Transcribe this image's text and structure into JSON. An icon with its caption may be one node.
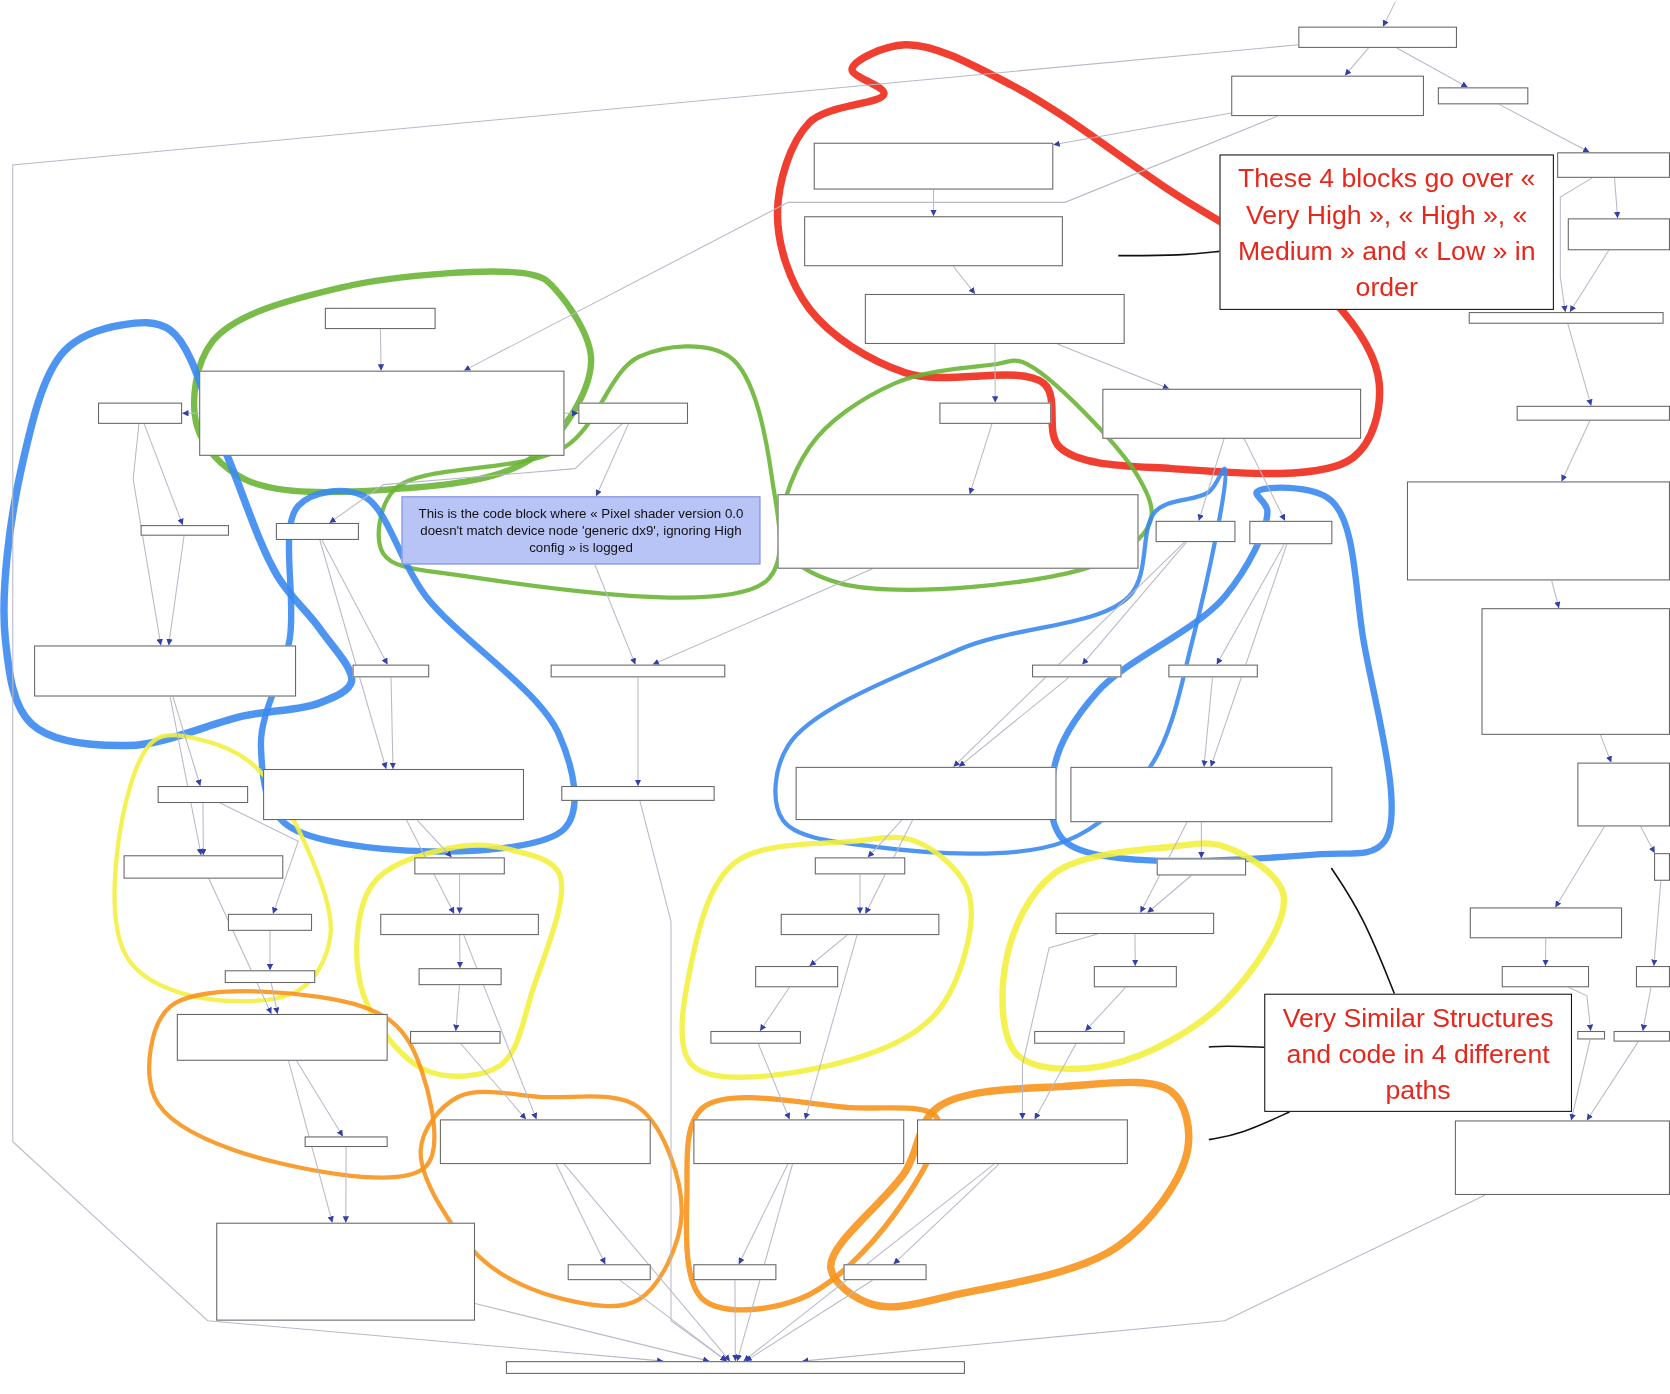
{
  "diagram": {
    "nodes": [
      {
        "text": [],
        "shape": "box"
      },
      {
        "text": [],
        "shape": "box"
      },
      {
        "text": [],
        "shape": "box"
      },
      {
        "text": [],
        "shape": "box"
      },
      {
        "text": [],
        "shape": "box"
      },
      {
        "text": [],
        "shape": "box"
      },
      {
        "text": [],
        "shape": "box"
      },
      {
        "text": [],
        "shape": "box"
      },
      {
        "text": [],
        "shape": "box"
      },
      {
        "text": [],
        "shape": "box"
      },
      {
        "text": [],
        "shape": "box"
      },
      {
        "text": [],
        "shape": "box"
      },
      {
        "text": [],
        "shape": "box"
      },
      {
        "text": [],
        "shape": "box"
      },
      {
        "text": [],
        "shape": "box"
      },
      {
        "text": [],
        "shape": "box"
      },
      {
        "text": [],
        "shape": "box"
      },
      {
        "text": [],
        "shape": "box"
      },
      {
        "text": [],
        "shape": "box"
      },
      {
        "text": [],
        "shape": "box"
      },
      {
        "text": [],
        "shape": "box"
      },
      {
        "text": [],
        "shape": "box"
      },
      {
        "text": [],
        "shape": "box"
      },
      {
        "text": [],
        "shape": "box"
      },
      {
        "text": [],
        "shape": "box"
      },
      {
        "text": [],
        "shape": "box"
      },
      {
        "text": [
          "This is the code block where « Pixel shader version 0.0 doesn't match device node 'generic dx9', ignoring High config » is logged"
        ]
      },
      {
        "text": [],
        "shape": "box"
      },
      {
        "text": [],
        "shape": "box"
      },
      {
        "text": [],
        "shape": "box"
      },
      {
        "text": [],
        "shape": "box"
      },
      {
        "text": [],
        "shape": "box"
      },
      {
        "text": [],
        "shape": "box"
      },
      {
        "text": [],
        "shape": "box"
      },
      {
        "text": [],
        "shape": "box"
      },
      {
        "text": [],
        "shape": "box"
      },
      {
        "text": [],
        "shape": "box"
      },
      {
        "text": [],
        "shape": "box"
      },
      {
        "text": [],
        "shape": "box"
      },
      {
        "text": [],
        "shape": "box"
      },
      {
        "text": [],
        "shape": "box"
      },
      {
        "text": [],
        "shape": "box"
      },
      {
        "text": [],
        "shape": "box"
      },
      {
        "text": [],
        "shape": "box"
      },
      {
        "text": [],
        "shape": "box"
      },
      {
        "text": [],
        "shape": "box"
      },
      {
        "text": [],
        "shape": "box"
      },
      {
        "text": [],
        "shape": "box"
      },
      {
        "text": [],
        "shape": "box"
      },
      {
        "text": [],
        "shape": "box"
      },
      {
        "text": [],
        "shape": "box"
      },
      {
        "text": [],
        "shape": "box"
      },
      {
        "text": [],
        "shape": "box"
      },
      {
        "text": [],
        "shape": "box"
      },
      {
        "text": [],
        "shape": "box"
      },
      {
        "text": [],
        "shape": "box"
      },
      {
        "text": [],
        "shape": "box"
      },
      {
        "text": [],
        "shape": "box"
      },
      {
        "text": [],
        "shape": "box"
      },
      {
        "text": [],
        "shape": "box"
      },
      {
        "text": [],
        "shape": "box"
      },
      {
        "text": [],
        "shape": "box"
      },
      {
        "text": [],
        "shape": "box"
      },
      {
        "text": [],
        "shape": "box"
      },
      {
        "text": [],
        "shape": "box"
      },
      {
        "text": [],
        "shape": "box"
      },
      {
        "text": [],
        "shape": "box"
      },
      {
        "text": [
          "These 4 blocks go over « Very High », « High », « Medium » and « Low » in order"
        ]
      },
      {
        "text": [
          "Very Similar Structures and code in 4 different paths"
        ]
      }
    ],
    "edges": [
      {
        "from": null,
        "to": 0,
        "arrow": "to"
      },
      {
        "from": 0,
        "to": 1,
        "arrow": "to"
      },
      {
        "from": 0,
        "to": 2,
        "arrow": "to"
      },
      {
        "from": 0,
        "to": 66,
        "arrow": "to"
      },
      {
        "from": 1,
        "to": 3,
        "arrow": "to"
      },
      {
        "from": 1,
        "to": 22,
        "arrow": "to"
      },
      {
        "from": 3,
        "to": 4,
        "arrow": "to"
      },
      {
        "from": 4,
        "to": 5,
        "arrow": "to"
      },
      {
        "from": 5,
        "to": 6,
        "arrow": "to"
      },
      {
        "from": 5,
        "to": 25,
        "arrow": "to"
      },
      {
        "from": 6,
        "to": 30,
        "arrow": "to"
      },
      {
        "from": 6,
        "to": 31,
        "arrow": "to"
      },
      {
        "from": 21,
        "to": 22,
        "arrow": "to"
      },
      {
        "from": 22,
        "to": 23,
        "arrow": "to"
      },
      {
        "from": 22,
        "to": 24,
        "arrow": "to"
      },
      {
        "from": 23,
        "to": 28,
        "arrow": "to"
      },
      {
        "from": 23,
        "to": 32,
        "arrow": "to"
      },
      {
        "from": 28,
        "to": 32,
        "arrow": "to"
      },
      {
        "from": 24,
        "to": 26,
        "arrow": "to"
      },
      {
        "from": 24,
        "to": 29,
        "arrow": "to"
      },
      {
        "from": 29,
        "to": 33,
        "arrow": "to"
      },
      {
        "from": 29,
        "to": 37,
        "arrow": "to"
      },
      {
        "from": 33,
        "to": 37,
        "arrow": "to"
      },
      {
        "from": 26,
        "to": 34,
        "arrow": "to"
      },
      {
        "from": 27,
        "to": 34,
        "arrow": "to"
      },
      {
        "from": 34,
        "to": 38,
        "arrow": "to"
      },
      {
        "from": 38,
        "to": 66,
        "arrow": "to"
      },
      {
        "from": 25,
        "to": 27,
        "arrow": "to"
      },
      {
        "from": 30,
        "to": 35,
        "arrow": "to"
      },
      {
        "from": 30,
        "to": 39,
        "arrow": "to"
      },
      {
        "from": 35,
        "to": 39,
        "arrow": "to"
      },
      {
        "from": 31,
        "to": 36,
        "arrow": "to"
      },
      {
        "from": 31,
        "to": 40,
        "arrow": "to"
      },
      {
        "from": 36,
        "to": 40,
        "arrow": "to"
      },
      {
        "from": 32,
        "to": 41,
        "arrow": "to"
      },
      {
        "from": 32,
        "to": 42,
        "arrow": "to"
      },
      {
        "from": 41,
        "to": 42,
        "arrow": "to"
      },
      {
        "from": 41,
        "to": 46,
        "arrow": "to"
      },
      {
        "from": 42,
        "to": 54,
        "arrow": "to"
      },
      {
        "from": 46,
        "to": 50,
        "arrow": "to"
      },
      {
        "from": 50,
        "to": 54,
        "arrow": "to"
      },
      {
        "from": 37,
        "to": 43,
        "arrow": "to"
      },
      {
        "from": 37,
        "to": 47,
        "arrow": "to"
      },
      {
        "from": 43,
        "to": 47,
        "arrow": "to"
      },
      {
        "from": 47,
        "to": 51,
        "arrow": "to"
      },
      {
        "from": 51,
        "to": 55,
        "arrow": "to"
      },
      {
        "from": 47,
        "to": 59,
        "arrow": "to"
      },
      {
        "from": 55,
        "to": 59,
        "arrow": "to"
      },
      {
        "from": 39,
        "to": 44,
        "arrow": "to"
      },
      {
        "from": 39,
        "to": 48,
        "arrow": "to"
      },
      {
        "from": 44,
        "to": 48,
        "arrow": "to"
      },
      {
        "from": 48,
        "to": 52,
        "arrow": "to"
      },
      {
        "from": 52,
        "to": 56,
        "arrow": "to"
      },
      {
        "from": 48,
        "to": 60,
        "arrow": "to"
      },
      {
        "from": 56,
        "to": 60,
        "arrow": "to"
      },
      {
        "from": 40,
        "to": 45,
        "arrow": "to"
      },
      {
        "from": 40,
        "to": 49,
        "arrow": "to"
      },
      {
        "from": 45,
        "to": 49,
        "arrow": "to"
      },
      {
        "from": 49,
        "to": 53,
        "arrow": "to"
      },
      {
        "from": 53,
        "to": 57,
        "arrow": "to"
      },
      {
        "from": 49,
        "to": 61,
        "arrow": "to"
      },
      {
        "from": 57,
        "to": 61,
        "arrow": "to"
      },
      {
        "from": 54,
        "to": 58,
        "arrow": "to"
      },
      {
        "from": 54,
        "to": 62,
        "arrow": "to"
      },
      {
        "from": 58,
        "to": 62,
        "arrow": "to"
      },
      {
        "from": 59,
        "to": 63,
        "arrow": "to"
      },
      {
        "from": 59,
        "to": 66,
        "arrow": "to"
      },
      {
        "from": 63,
        "to": 66,
        "arrow": "to"
      },
      {
        "from": 60,
        "to": 64,
        "arrow": "to"
      },
      {
        "from": 60,
        "to": 66,
        "arrow": "to"
      },
      {
        "from": 64,
        "to": 66,
        "arrow": "to"
      },
      {
        "from": 61,
        "to": 65,
        "arrow": "to"
      },
      {
        "from": 61,
        "to": 66,
        "arrow": "to"
      },
      {
        "from": 65,
        "to": 66,
        "arrow": "to"
      },
      {
        "from": 62,
        "to": 66,
        "arrow": "to"
      },
      {
        "from": 2,
        "to": 7,
        "arrow": "to"
      },
      {
        "from": 7,
        "to": 8,
        "arrow": "to"
      },
      {
        "from": 7,
        "to": 9,
        "arrow": "to"
      },
      {
        "from": 8,
        "to": 9,
        "arrow": "to"
      },
      {
        "from": 9,
        "to": 10,
        "arrow": "to"
      },
      {
        "from": 10,
        "to": 11,
        "arrow": "to"
      },
      {
        "from": 11,
        "to": 12,
        "arrow": "to"
      },
      {
        "from": 12,
        "to": 13,
        "arrow": "to"
      },
      {
        "from": 13,
        "to": 14,
        "arrow": "to"
      },
      {
        "from": 13,
        "to": 15,
        "arrow": "to"
      },
      {
        "from": 15,
        "to": 16,
        "arrow": "to"
      },
      {
        "from": 14,
        "to": 17,
        "arrow": "to"
      },
      {
        "from": 17,
        "to": 19,
        "arrow": "to"
      },
      {
        "from": 16,
        "to": 20,
        "arrow": "to"
      },
      {
        "from": 19,
        "to": 18,
        "arrow": "to"
      },
      {
        "from": 20,
        "to": 18,
        "arrow": "to"
      },
      {
        "from": 18,
        "to": 66,
        "arrow": "to"
      },
      {
        "from": 67,
        "to": null,
        "arrow": "none",
        "color": "#111111"
      },
      {
        "from": 68,
        "to": null,
        "arrow": "none",
        "color": "#111111"
      },
      {
        "from": 68,
        "to": null,
        "arrow": "none",
        "color": "#111111"
      },
      {
        "from": 68,
        "to": null,
        "arrow": "none",
        "color": "#111111"
      }
    ]
  }
}
